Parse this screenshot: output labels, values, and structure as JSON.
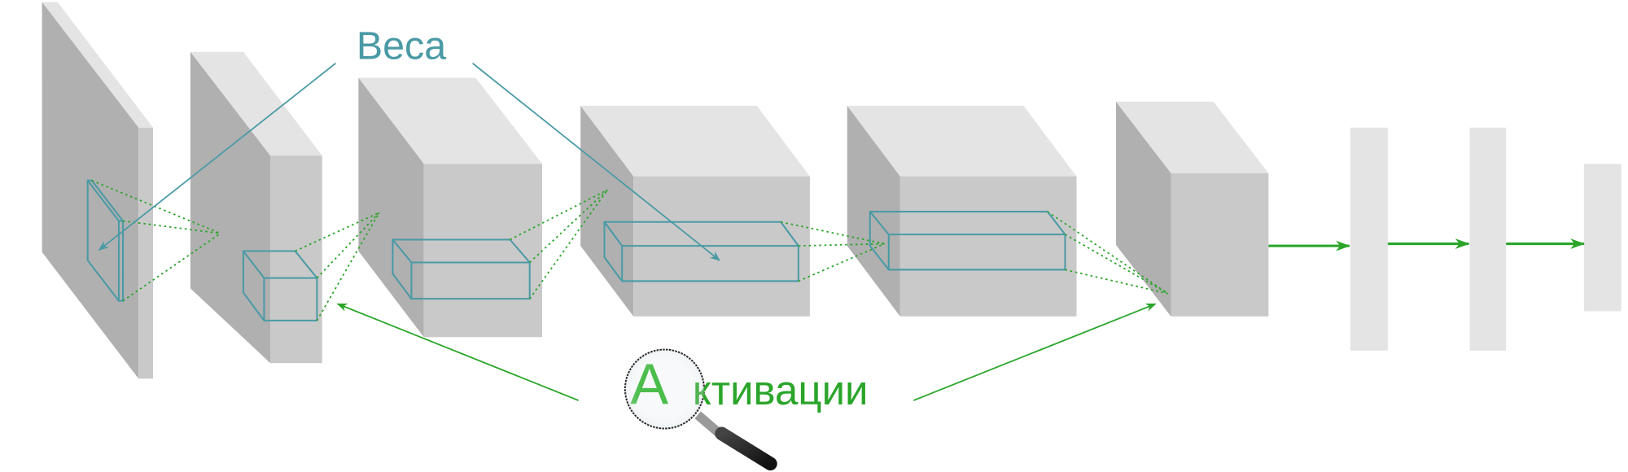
{
  "labels": {
    "weights": "Веса",
    "activations_first_letter": "А",
    "activations_rest": "ктивации"
  },
  "colors": {
    "weights": "#4a9aa5",
    "activations": "#2aa52a",
    "layer_side": "#b0b0b0",
    "layer_top": "#e4e4e4",
    "layer_front": "#c9c9c9"
  },
  "icons": [
    "magnifier-icon"
  ]
}
